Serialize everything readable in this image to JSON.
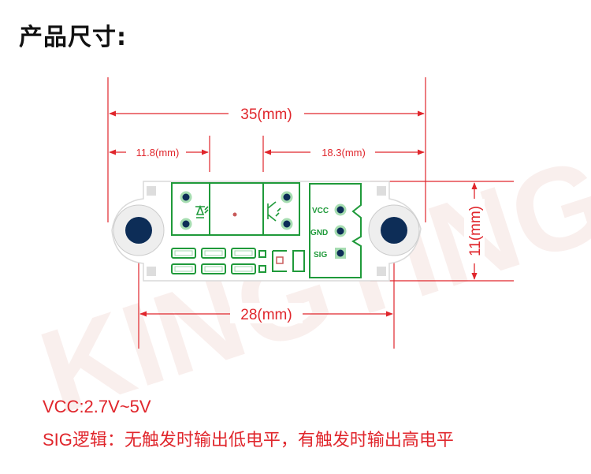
{
  "heading": "产品尺寸:",
  "dimensions": {
    "total_length": "35(mm)",
    "left_offset": "11.8(mm)",
    "right_offset": "18.3(mm)",
    "hole_spacing": "28(mm)",
    "height": "11(mm)"
  },
  "pins": {
    "vcc": "VCC",
    "gnd": "GND",
    "sig": "SIG"
  },
  "notes": {
    "voltage": "VCC:2.7V~5V",
    "logic": "SIG逻辑：无触发时输出低电平，有触发时输出高电平"
  },
  "watermark": "KINGYING",
  "colors": {
    "dimension": "#e0262c",
    "board": "#1f9a3a",
    "hole": "#0d2d57"
  }
}
